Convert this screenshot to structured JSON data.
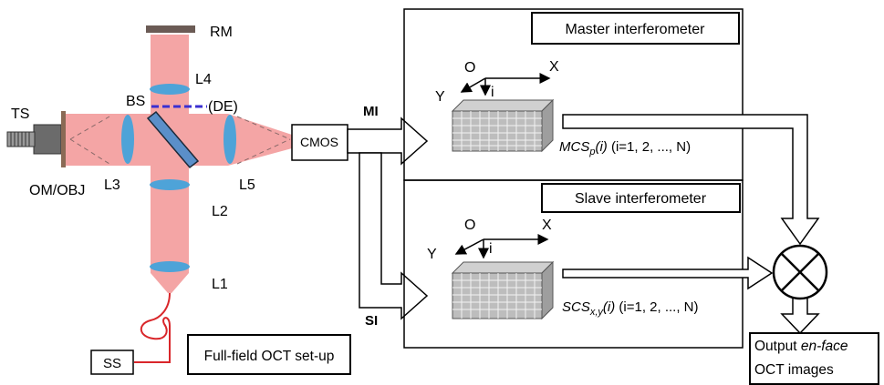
{
  "optics": {
    "rm": "RM",
    "l4": "L4",
    "bs": "BS",
    "de": "(DE)",
    "ts": "TS",
    "om_obj": "OM/OBJ",
    "l3": "L3",
    "l5": "L5",
    "l2": "L2",
    "l1": "L1",
    "ss": "SS",
    "cmos": "CMOS",
    "setup_title": "Full-field OCT set-up"
  },
  "signal": {
    "mi": "MI",
    "si": "SI"
  },
  "master": {
    "title": "Master interferometer",
    "axis_o": "O",
    "axis_x": "X",
    "axis_y": "Y",
    "axis_i": "i",
    "label_main": "MCS",
    "label_sub": "p",
    "label_arg": "(i)",
    "label_range": " (i=1, 2, ..., N)"
  },
  "slave": {
    "title": "Slave interferometer",
    "axis_o": "O",
    "axis_x": "X",
    "axis_y": "Y",
    "axis_i": "i",
    "label_main": "SCS",
    "label_sub": "x,y",
    "label_arg": "(i)",
    "label_range": " (i=1, 2, ..., N)"
  },
  "output": {
    "line1_plain": "Output ",
    "line1_italic": "en-face",
    "line2": "OCT images"
  },
  "colors": {
    "beam": "#f4a5a5",
    "lens": "#4ea3d8",
    "fiber": "#d9262a",
    "bs_plate": "#5b8fc9",
    "de_dash": "#3a2fd1",
    "rm": "#6b5b55"
  }
}
